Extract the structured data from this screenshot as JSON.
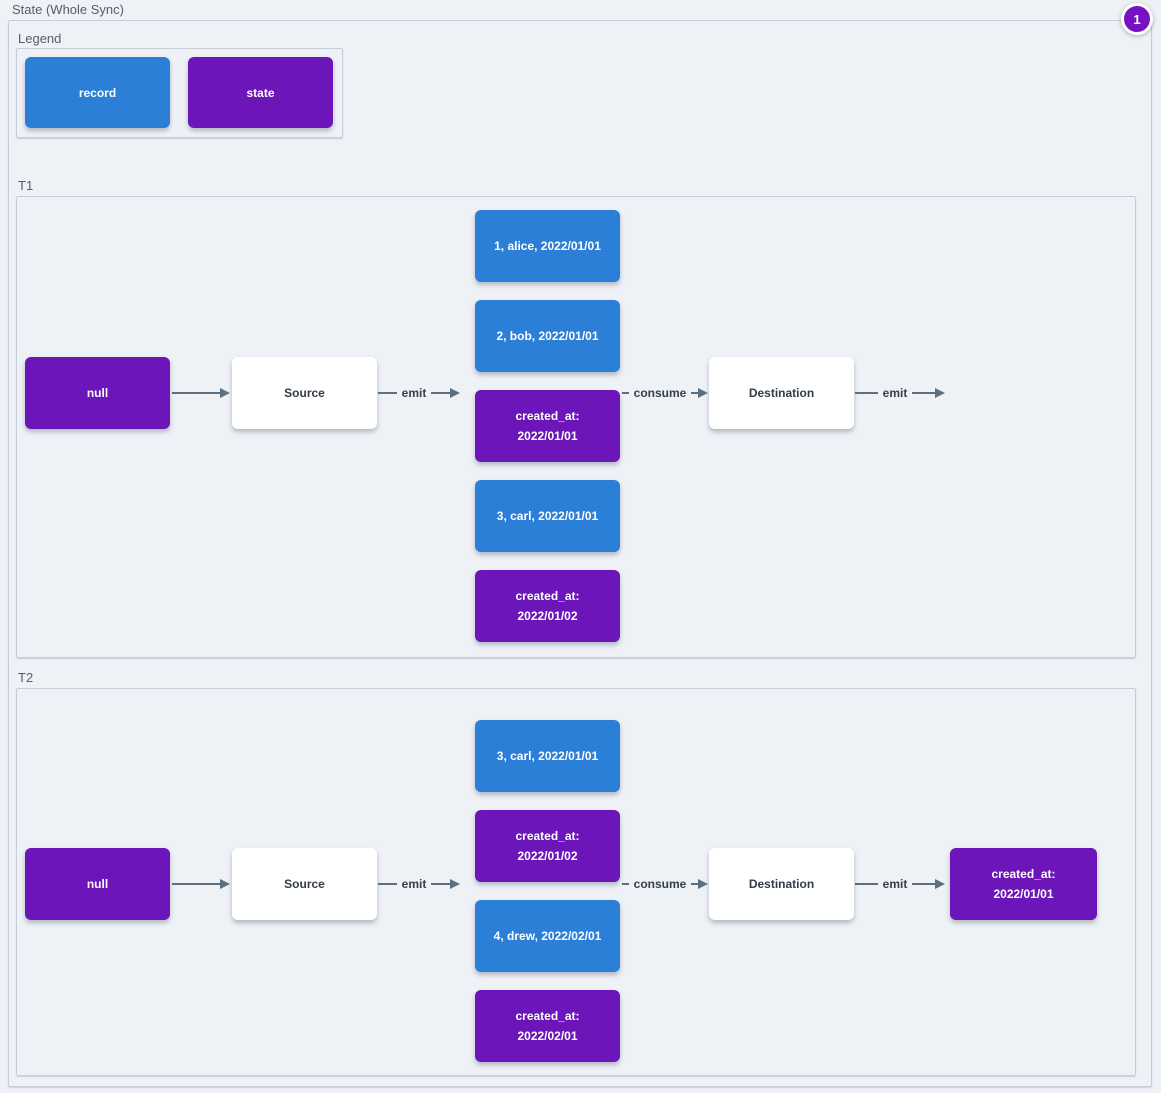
{
  "title": "State (Whole Sync)",
  "badge": {
    "value": "1",
    "color": "#7712c3"
  },
  "colors": {
    "record": "#2b7fd6",
    "state": "#6c16b9",
    "arrow": "#5d7082",
    "background": "#eef1f6"
  },
  "legend": {
    "label": "Legend",
    "items": [
      {
        "label": "record",
        "type": "record"
      },
      {
        "label": "state",
        "type": "state"
      }
    ]
  },
  "sections": [
    {
      "label": "T1",
      "nodes": {
        "input": {
          "text": "null",
          "type": "state"
        },
        "source": {
          "text": "Source",
          "type": "plain"
        },
        "destination": {
          "text": "Destination",
          "type": "plain"
        }
      },
      "edges": {
        "null_to_source": "",
        "source_to_stack": "emit",
        "stack_to_destination": "consume",
        "destination_out": "emit"
      },
      "stack": [
        {
          "text": "1, alice, 2022/01/01",
          "type": "record"
        },
        {
          "text": "2, bob, 2022/01/01",
          "type": "record"
        },
        {
          "text": "created_at:\n2022/01/01",
          "type": "state"
        },
        {
          "text": "3, carl, 2022/01/01",
          "type": "record"
        },
        {
          "text": "created_at:\n2022/01/02",
          "type": "state"
        }
      ],
      "output": null
    },
    {
      "label": "T2",
      "nodes": {
        "input": {
          "text": "null",
          "type": "state"
        },
        "source": {
          "text": "Source",
          "type": "plain"
        },
        "destination": {
          "text": "Destination",
          "type": "plain"
        }
      },
      "edges": {
        "null_to_source": "",
        "source_to_stack": "emit",
        "stack_to_destination": "consume",
        "destination_out": "emit"
      },
      "stack": [
        {
          "text": "3, carl, 2022/01/01",
          "type": "record"
        },
        {
          "text": "created_at:\n2022/01/02",
          "type": "state"
        },
        {
          "text": "4, drew, 2022/02/01",
          "type": "record"
        },
        {
          "text": "created_at:\n2022/02/01",
          "type": "state"
        }
      ],
      "output": {
        "text": "created_at:\n2022/01/01",
        "type": "state"
      }
    }
  ]
}
